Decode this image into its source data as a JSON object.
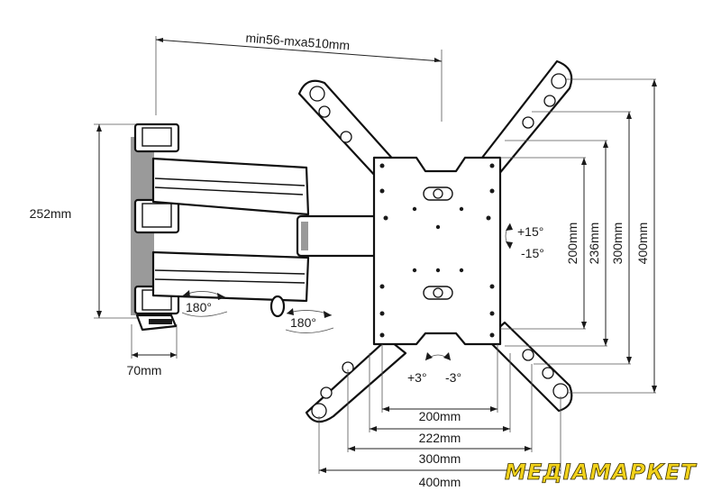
{
  "dimensions": {
    "arm_extension": "min56-mxa510mm",
    "wall_plate_height": "252mm",
    "wall_plate_width": "70mm",
    "vesa_v_200": "200mm",
    "vesa_v_236": "236mm",
    "vesa_v_300": "300mm",
    "vesa_v_400": "400mm",
    "vesa_h_200": "200mm",
    "vesa_h_222": "222mm",
    "vesa_h_300": "300mm",
    "vesa_h_400": "400mm"
  },
  "rotation": {
    "swivel_wall": "180°",
    "swivel_arm": "180°",
    "tilt_up": "+15°",
    "tilt_down": "-15°",
    "rotate_plus": "+3°",
    "rotate_minus": "-3°"
  },
  "watermark": "МЕДІАМАРКЕТ"
}
